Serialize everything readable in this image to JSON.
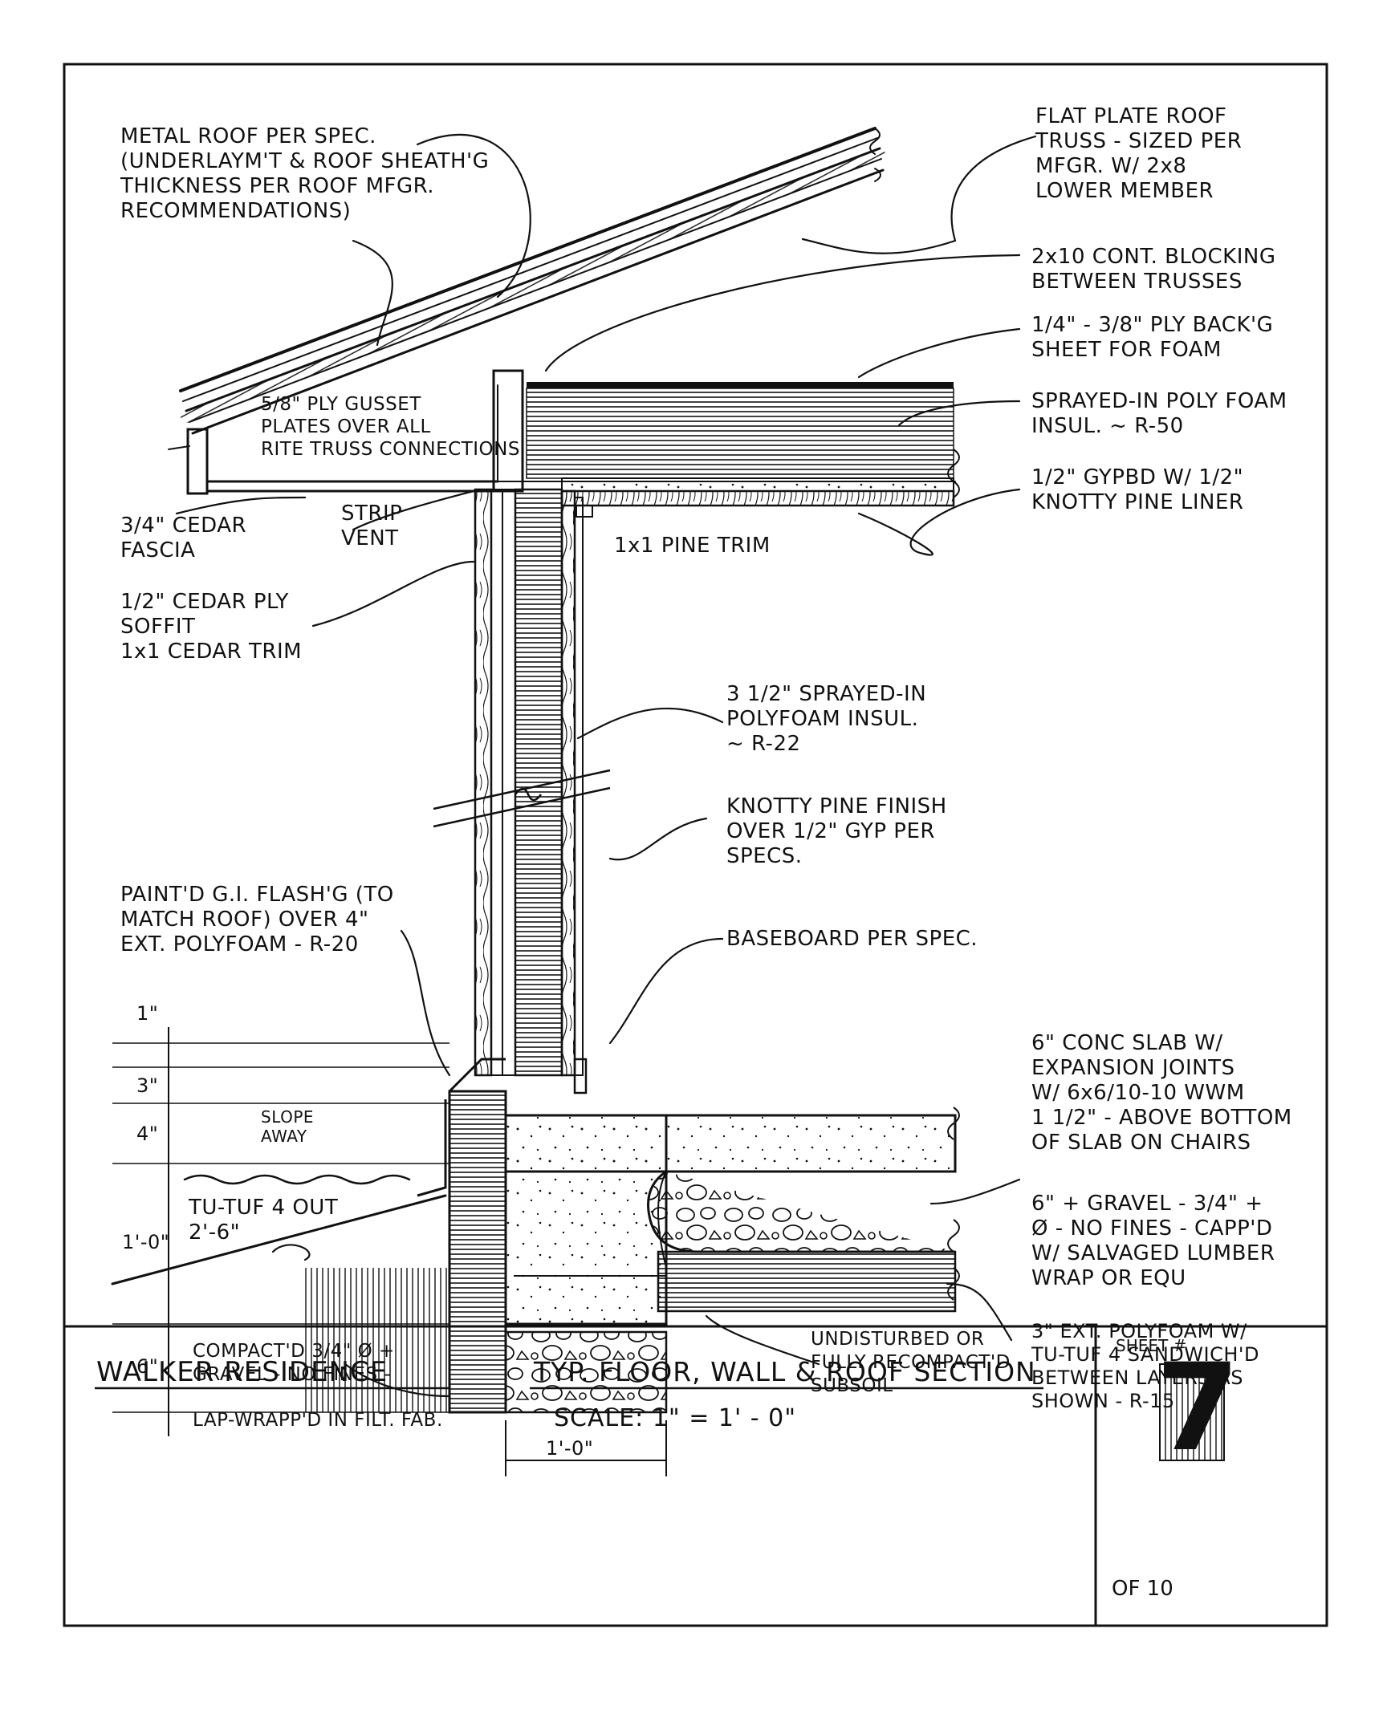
{
  "labels": {
    "metal_roof": "METAL ROOF PER SPEC.\n(UNDERLAYM'T & ROOF SHEATH'G\nTHICKNESS PER ROOF MFGR.\nRECOMMENDATIONS)",
    "truss": "FLAT PLATE ROOF\nTRUSS - SIZED PER\nMFGR. W/ 2x8\nLOWER MEMBER",
    "blocking": "2x10 CONT. BLOCKING\nBETWEEN TRUSSES",
    "ply_backing": "1/4\" - 3/8\" PLY BACK'G\nSHEET FOR FOAM",
    "ceiling_foam": "SPRAYED-IN POLY FOAM\nINSUL. ~ R-50",
    "gypbd": "1/2\" GYPBD W/ 1/2\"\nKNOTTY PINE LINER",
    "gusset": "5/8\" PLY GUSSET\nPLATES OVER ALL\nRITE TRUSS CONNECTIONS",
    "fascia": "3/4\" CEDAR\nFASCIA",
    "strip_vent": "STRIP\nVENT",
    "pine_trim": "1x1 PINE TRIM",
    "soffit": "1/2\" CEDAR PLY\nSOFFIT\n1x1 CEDAR TRIM",
    "wall_foam": "3 1/2\" SPRAYED-IN\nPOLYFOAM INSUL.\n~ R-22",
    "knotty_pine": "KNOTTY PINE FINISH\nOVER 1/2\" GYP PER\nSPECS.",
    "flashing": "PAINT'D G.I. FLASH'G (TO\nMATCH ROOF) OVER 4\"\nEXT. POLYFOAM - R-20",
    "baseboard": "BASEBOARD PER SPEC.",
    "slab": "6\" CONC SLAB W/\nEXPANSION JOINTS\nW/ 6x6/10-10 WWM\n1 1/2\" - ABOVE BOTTOM\nOF SLAB ON CHAIRS",
    "slope": "SLOPE\nAWAY",
    "tu_tuf_out": "TU-TUF 4 OUT\n2'-6\"",
    "gravel": "6\" + GRAVEL - 3/4\" +\nØ - NO FINES - CAPP'D\nW/ SALVAGED LUMBER\nWRAP OR EQU",
    "compact_gravel": "COMPACT'D 3/4\" Ø +\nGRAVEL - NO FINES -",
    "subsoil": "UNDISTURBED OR\nFULLY RECOMPACT'D\nSUBSOIL",
    "ext_polyfoam": "3\" EXT. POLYFOAM W/\nTU-TUF 4 SANDWICH'D\nBETWEEN LAYERS AS\nSHOWN - R-15",
    "lap_wrap": "LAP-WRAPP'D IN FILT. FAB.",
    "footing_width": "1'-0\""
  },
  "dimensions": {
    "d1": "1\"",
    "d2": "3\"",
    "d3": "4\"",
    "d4": "1'-0\"",
    "d5": "6\""
  },
  "title_block": {
    "project": "WALKER RESIDENCE",
    "title": "TYP. FLOOR, WALL & ROOF SECTION",
    "scale": "SCALE: 1\" = 1' - 0\"",
    "sheet_label": "SHEET #",
    "sheet_number": "7",
    "sheet_total": "OF 10"
  }
}
